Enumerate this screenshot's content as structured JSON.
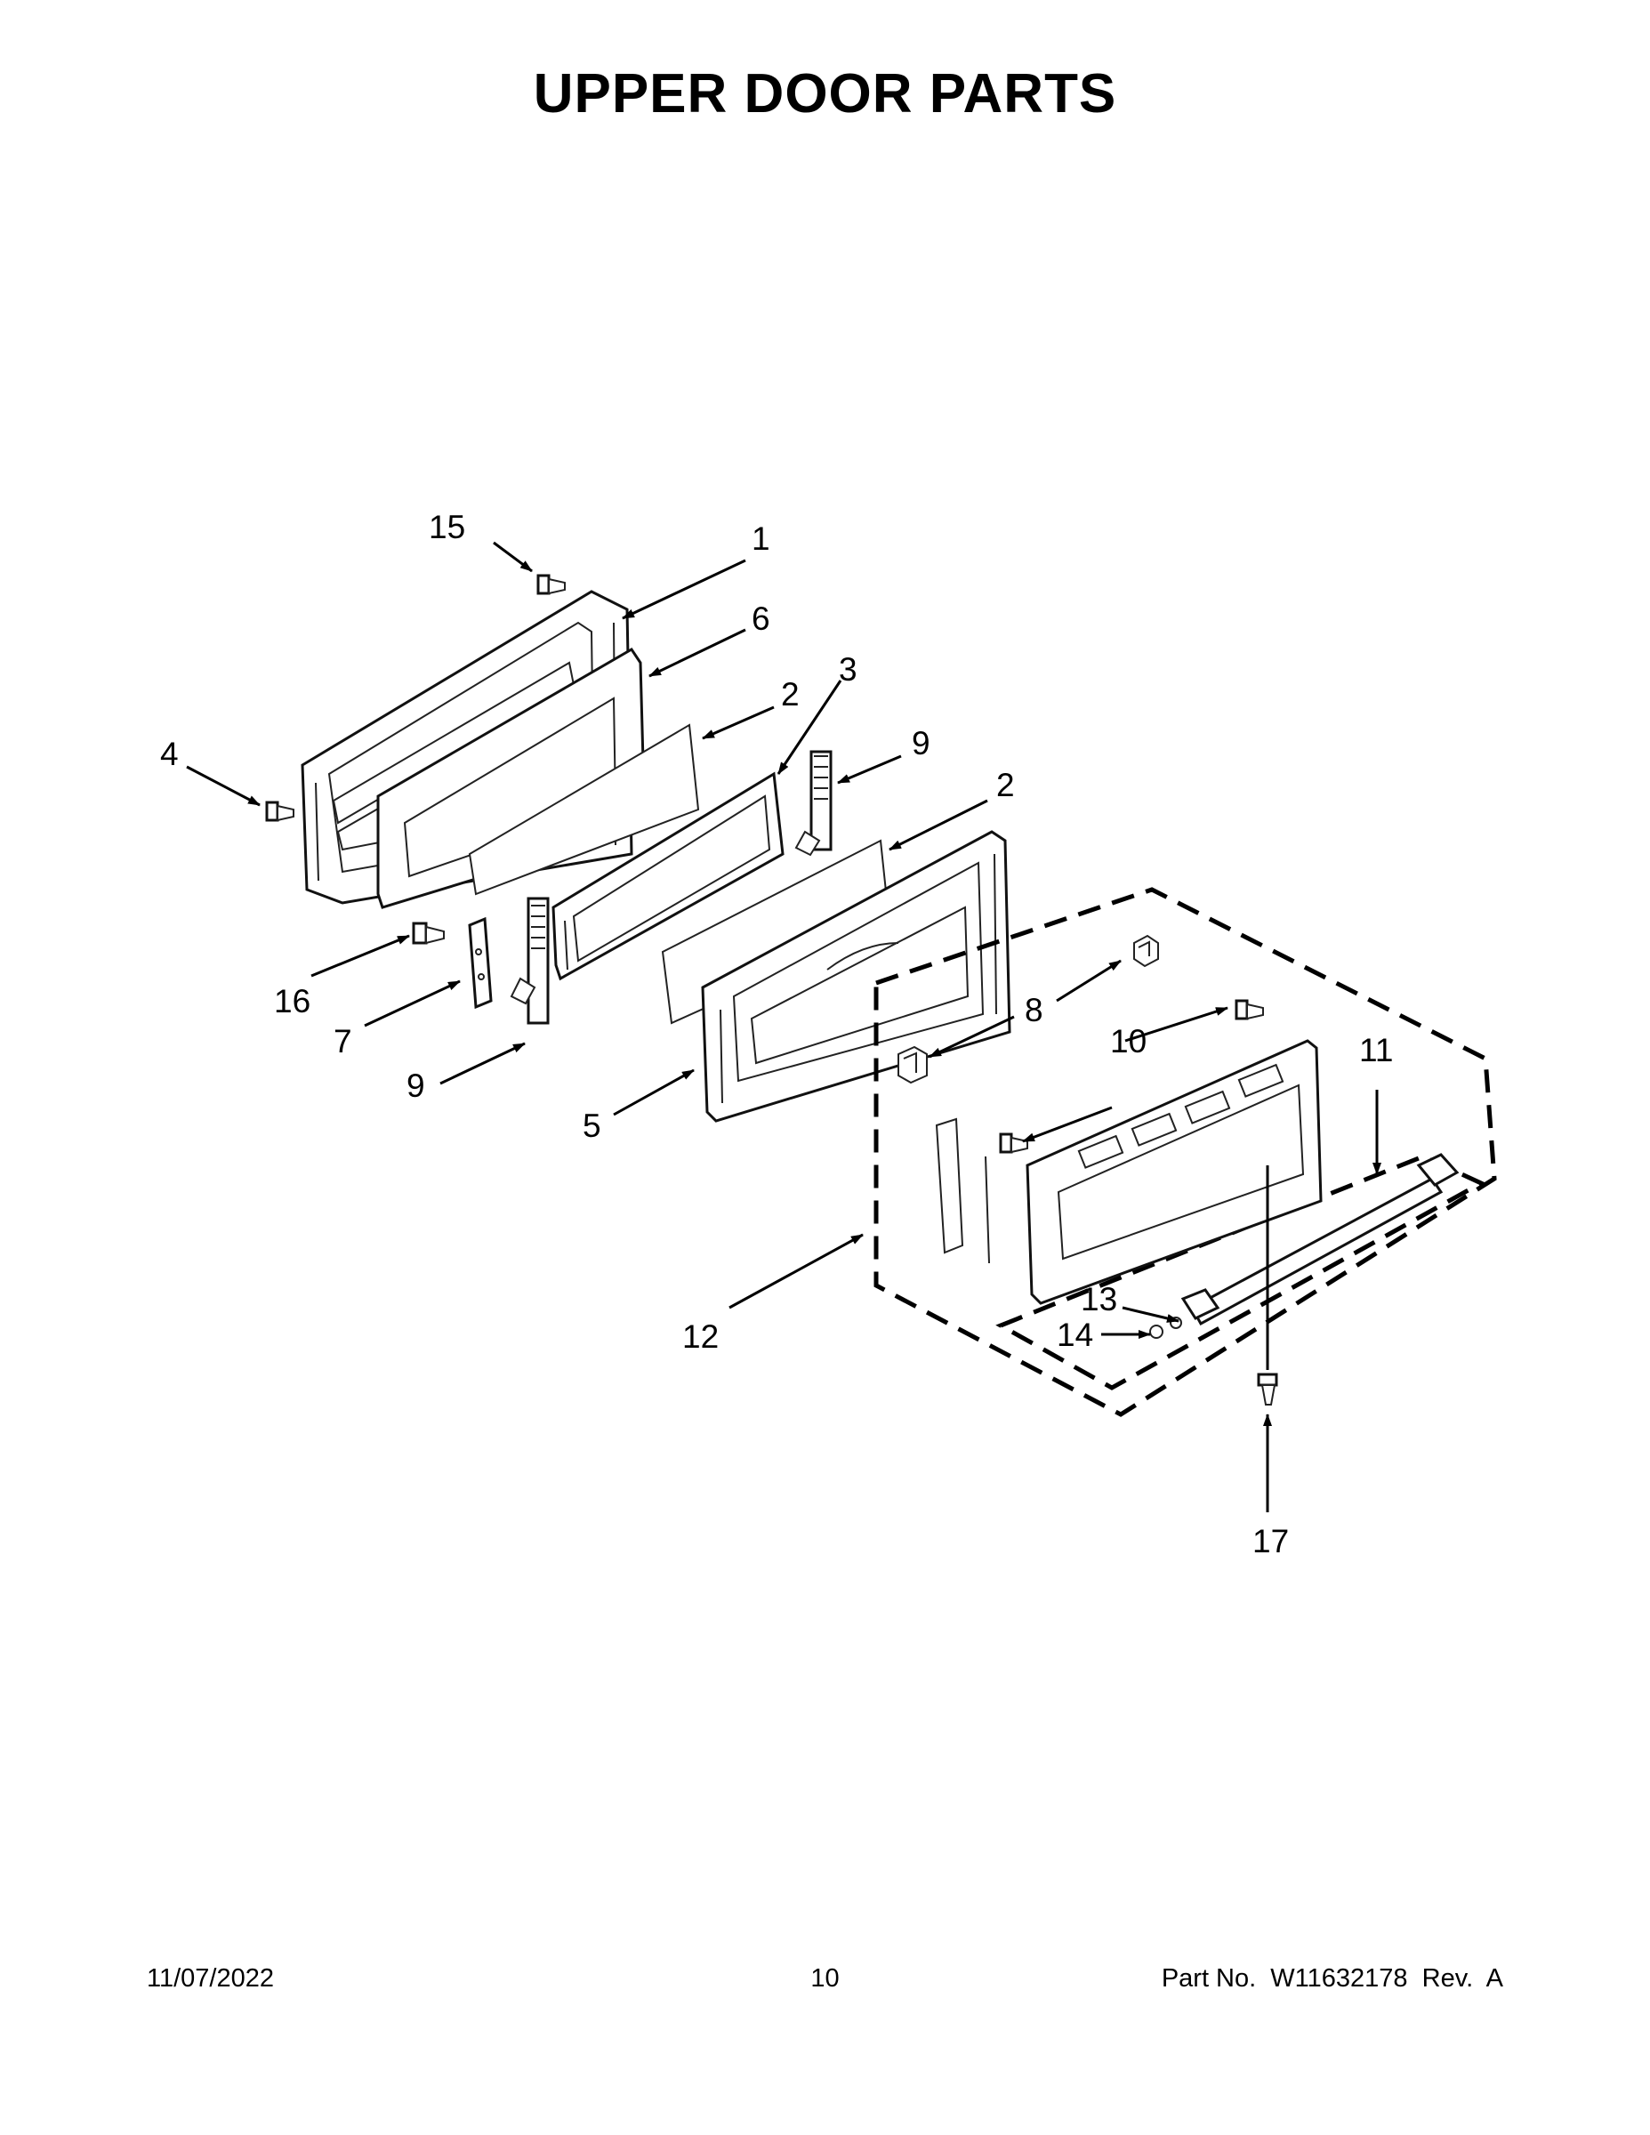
{
  "page": {
    "title": "UPPER DOOR PARTS",
    "footer": {
      "date": "11/07/2022",
      "page_number": "10",
      "part_number": "Part No.  W11632178  Rev.  A"
    }
  },
  "callouts": [
    "15",
    "1",
    "6",
    "2",
    "3",
    "4",
    "9",
    "2",
    "16",
    "7",
    "9",
    "5",
    "8",
    "10",
    "11",
    "12",
    "13",
    "14",
    "17"
  ]
}
